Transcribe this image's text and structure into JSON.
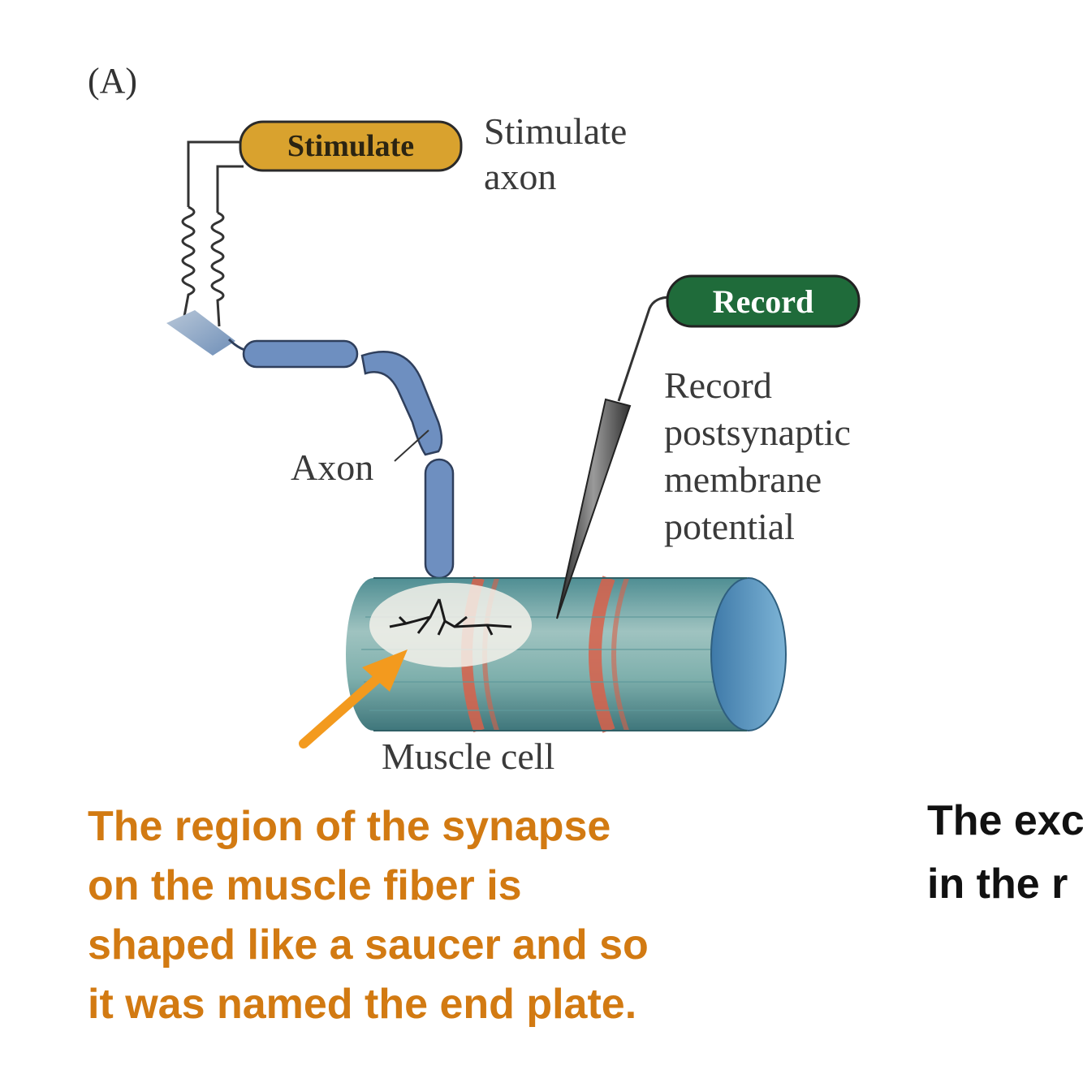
{
  "figure": {
    "panel_label": "(A)",
    "stimulate_box_label": "Stimulate",
    "stimulate_desc_lines": [
      "Stimulate",
      "axon"
    ],
    "record_box_label": "Record",
    "record_desc_lines": [
      "Record",
      "postsynaptic",
      "membrane",
      "potential"
    ],
    "axon_label": "Axon",
    "muscle_label": "Muscle cell"
  },
  "caption": {
    "lines": [
      "The region of the synapse",
      "on the muscle fiber is",
      "shaped like a saucer and so",
      "it was named the end plate."
    ]
  },
  "side_text": {
    "lines": [
      "The exc",
      "in the r"
    ]
  },
  "colors": {
    "stimulate_box": "#d9a22e",
    "record_box": "#1f6b3a",
    "axon": "#6e8fc0",
    "muscle_base": "#6aa2a8",
    "muscle_bands": "#d8604a",
    "arrow": "#f39a1e",
    "caption": "#d27a12"
  }
}
